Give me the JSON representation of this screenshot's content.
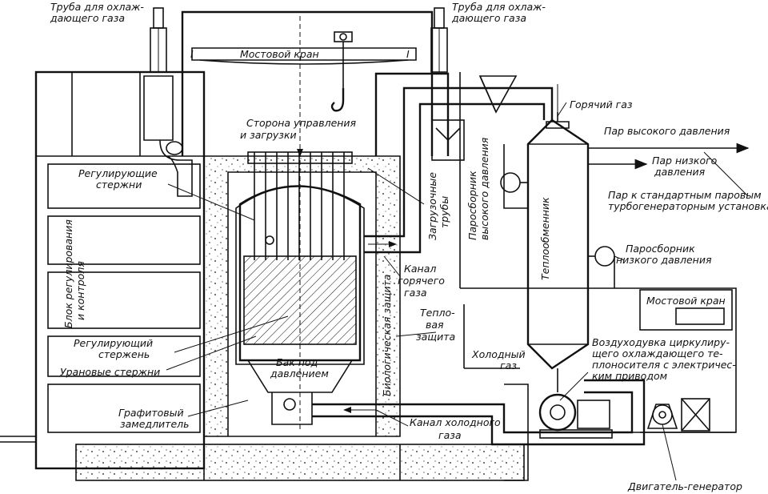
{
  "labels": {
    "pipe_left": [
      "Труба для охлаж-",
      "дающего газа"
    ],
    "pipe_right": [
      "Труба для охлаж-",
      "дающего газа"
    ],
    "bridge_crane_top": "Мостовой   кран",
    "side_control": [
      "Сторона   управления",
      "и загрузки"
    ],
    "hot_gas": "Горячий газ",
    "steam_high": "Пар высокого давления",
    "steam_low": [
      "Пар низкого",
      "давления"
    ],
    "steam_to_turbo": [
      "Пар к стандартным паровым",
      "турбогенераторным установкам"
    ],
    "control_rods": [
      "Регулирующие",
      "стержни"
    ],
    "loading_tubes": [
      "Загрузочные",
      "трубы"
    ],
    "drum_high": [
      "Паросборник",
      "высокого давления"
    ],
    "heat_exchanger": "Теплообменник",
    "drum_low": [
      "Паросборник",
      "низкого давления"
    ],
    "control_block": [
      "Блок регулирования",
      "и контроля"
    ],
    "hot_gas_channel": [
      "Канал",
      "горячего",
      "газа"
    ],
    "bridge_crane_right": "Мостовой  кран",
    "thermal_shield": [
      "Тепло-",
      "вая",
      "защита"
    ],
    "bio_shield": "Биологическая защита",
    "control_rod": [
      "Регулирующий",
      "стержень"
    ],
    "uranium_rods": "Урановые стержни",
    "pressure_tank": [
      "Бак под",
      "давлением"
    ],
    "cold_gas": [
      "Холодный",
      "газ"
    ],
    "blower": [
      "Воздуходувка циркулиру-",
      "щего охлаждающего те-",
      "плоносителя с электричес-",
      "ким приводом"
    ],
    "graphite_moderator": [
      "Графитовый",
      "замедлитель"
    ],
    "cold_gas_channel": [
      "Канал холодного",
      "газа"
    ],
    "motor_generator": "Двигатель-генератор"
  }
}
